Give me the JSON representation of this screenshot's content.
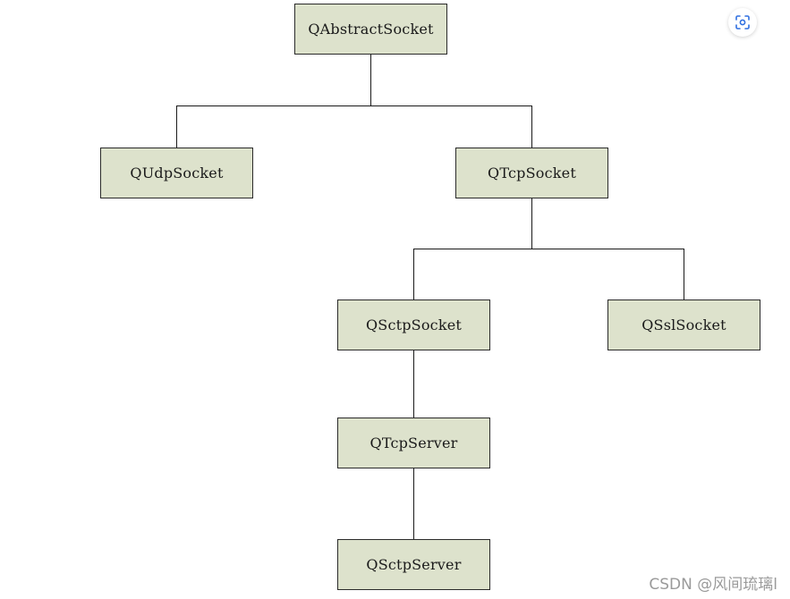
{
  "diagram": {
    "nodes": [
      {
        "id": "qabstractsocket",
        "label": "QAbstractSocket"
      },
      {
        "id": "qudpsocket",
        "label": "QUdpSocket"
      },
      {
        "id": "qtcpsocket",
        "label": "QTcpSocket"
      },
      {
        "id": "qsctpsocket",
        "label": "QSctpSocket"
      },
      {
        "id": "qsslsocket",
        "label": "QSslSocket"
      },
      {
        "id": "qtcpserver",
        "label": "QTcpServer"
      },
      {
        "id": "qsctpserver",
        "label": "QSctpServer"
      }
    ],
    "edges": [
      {
        "from": "qabstractsocket",
        "to": "qudpsocket"
      },
      {
        "from": "qabstractsocket",
        "to": "qtcpsocket"
      },
      {
        "from": "qtcpsocket",
        "to": "qsctpsocket"
      },
      {
        "from": "qtcpsocket",
        "to": "qsslsocket"
      },
      {
        "from": "qsctpsocket",
        "to": "qtcpserver"
      },
      {
        "from": "qtcpserver",
        "to": "qsctpserver"
      }
    ]
  },
  "overlay": {
    "scan_icon": "scan-icon",
    "watermark": "CSDN @风间琉璃l"
  },
  "colors": {
    "node_fill": "#dde2cc",
    "node_border": "#2a2a2a",
    "connector": "#1a1a1a",
    "scan_icon": "#2f6fe0",
    "watermark": "#9a9a9a"
  }
}
